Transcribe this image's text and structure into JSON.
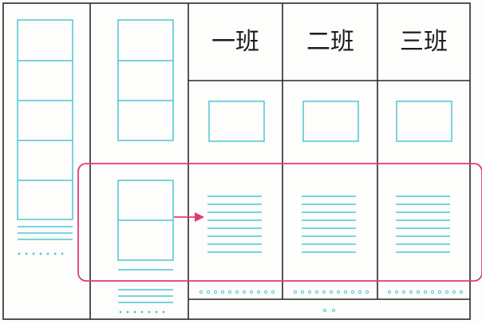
{
  "headers": [
    {
      "label": "一班"
    },
    {
      "label": "二班"
    },
    {
      "label": "三班"
    }
  ],
  "colors": {
    "frame": "#2a2a2a",
    "placeholder": "#4fc6d6",
    "highlight": "#e2397e",
    "background": "#fdfdfb"
  }
}
